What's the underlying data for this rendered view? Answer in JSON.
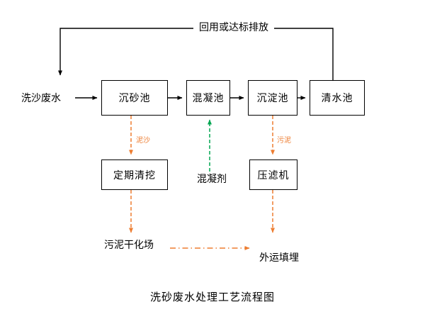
{
  "title": "洗砂废水处理工艺流程图",
  "boxes": {
    "grit_chamber": "沉砂池",
    "coagulation_tank": "混凝池",
    "sedimentation_tank": "沉淀池",
    "clear_water_tank": "清水池",
    "periodic_dredging": "定期清挖",
    "filter_press": "压滤机"
  },
  "labels": {
    "reuse_discharge": "回用或达标排放",
    "influent": "洗沙废水",
    "sediment": "泥沙",
    "coagulant": "混凝剂",
    "sludge": "污泥",
    "sludge_drying_field": "污泥干化场",
    "offsite_landfill": "外运填埋"
  },
  "colors": {
    "line": "#000000",
    "sludge_flow": "#ED7D31",
    "coagulant_flow": "#00A550"
  }
}
